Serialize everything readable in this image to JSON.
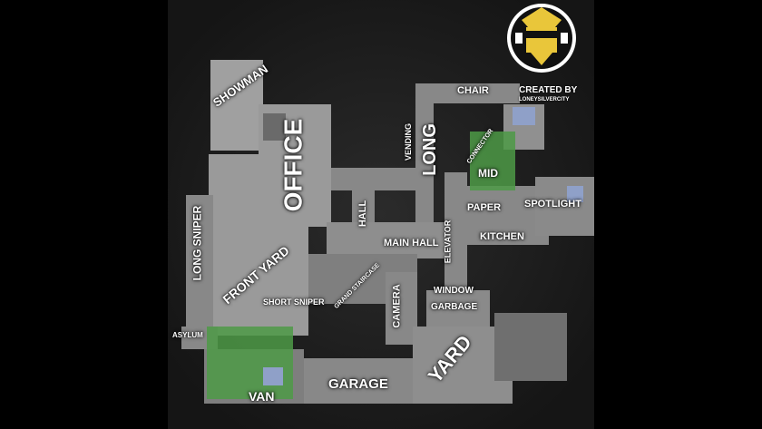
{
  "map": {
    "callouts": {
      "showman": "SHOWMAN",
      "office": "OFFICE",
      "vending": "VENDING",
      "long": "LONG",
      "chair": "CHAIR",
      "connector": "CONNECTOR",
      "mid": "MID",
      "paper": "PAPER",
      "spotlight": "SPOTLIGHT",
      "kitchen": "KITCHEN",
      "hall": "HALL",
      "main_hall": "MAIN HALL",
      "elevator": "ELEVATOR",
      "long_sniper": "LONG SNIPER",
      "front_yard": "FRONT YARD",
      "short_sniper": "SHORT SNIPER",
      "grand_staircase": "GRAND STAIRCASE",
      "camera": "CAMERA",
      "window": "WINDOW",
      "garbage": "GARBAGE",
      "yard": "YARD",
      "asylum": "ASYLUM",
      "van": "VAN",
      "garage": "GARAGE"
    },
    "credit": {
      "created_by": "CREATED BY",
      "author": "LONEYSILVERCITY"
    },
    "zone_colors": {
      "objective": "#4e9a47",
      "spawn_marker": "#8fa0c8"
    }
  }
}
